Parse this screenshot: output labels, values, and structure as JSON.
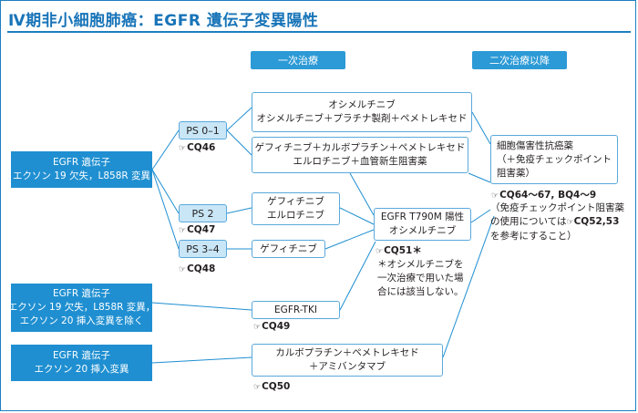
{
  "title": "Ⅳ期非小細胞肺癌：EGFR 遺伝子変異陽性",
  "headers": {
    "first_line": "一次治療",
    "second_line": "二次治療以降"
  },
  "groups": {
    "g1": [
      "EGFR 遺伝子",
      "エクソン 19 欠失，L858R 変異"
    ],
    "g2": [
      "EGFR 遺伝子",
      "エクソン 19 欠失，L858R 変異，",
      "エクソン 20 挿入変異を除く"
    ],
    "g3": [
      "EGFR 遺伝子",
      "エクソン 20 挿入変異"
    ]
  },
  "ps": {
    "ps01": "PS 0–1",
    "ps2": "PS 2",
    "ps34": "PS 3–4"
  },
  "refs": {
    "cq46": "CQ46",
    "cq47": "CQ47",
    "cq48": "CQ48",
    "cq49": "CQ49",
    "cq50": "CQ50",
    "cq51": "CQ51＊",
    "cq64": "CQ64～67, BQ4～9"
  },
  "treatments": {
    "t1": [
      "オシメルチニブ",
      "オシメルチニブ＋プラチナ製剤＋ペメトレキセド"
    ],
    "t2": [
      "ゲフィチニブ＋カルボプラチン＋ペメトレキセド",
      "エルロチニブ＋血管新生阻害薬"
    ],
    "t3": [
      "ゲフィチニブ",
      "エルロチニブ"
    ],
    "t4": [
      "ゲフィチニブ"
    ],
    "t5": [
      "EGFR-TKI"
    ],
    "t6": [
      "カルボプラチン＋ペメトレキセド",
      "＋アミバンタマブ"
    ],
    "t790": [
      "EGFR T790M 陽性",
      "オシメルチニブ"
    ],
    "second": [
      "細胞傷害性抗癌薬",
      "（＋免疫チェックポイント",
      "阻害薬）"
    ]
  },
  "notes": {
    "t790_note": [
      "＊オシメルチニブを",
      "一次治療で用いた場",
      "合には該当しない。"
    ],
    "second_note_lines": [
      "（免疫チェックポイント阻害薬",
      "の使用については",
      "を参考にすること）"
    ],
    "second_note_ref": "CQ52,53"
  },
  "icon": "pointing-hand-icon",
  "colors": {
    "brand": "#1874b8",
    "group_fill": "#1f8fd1",
    "ps_fill": "#c9e6f7",
    "border": "#5aa9db",
    "line": "#1f8fd1"
  }
}
